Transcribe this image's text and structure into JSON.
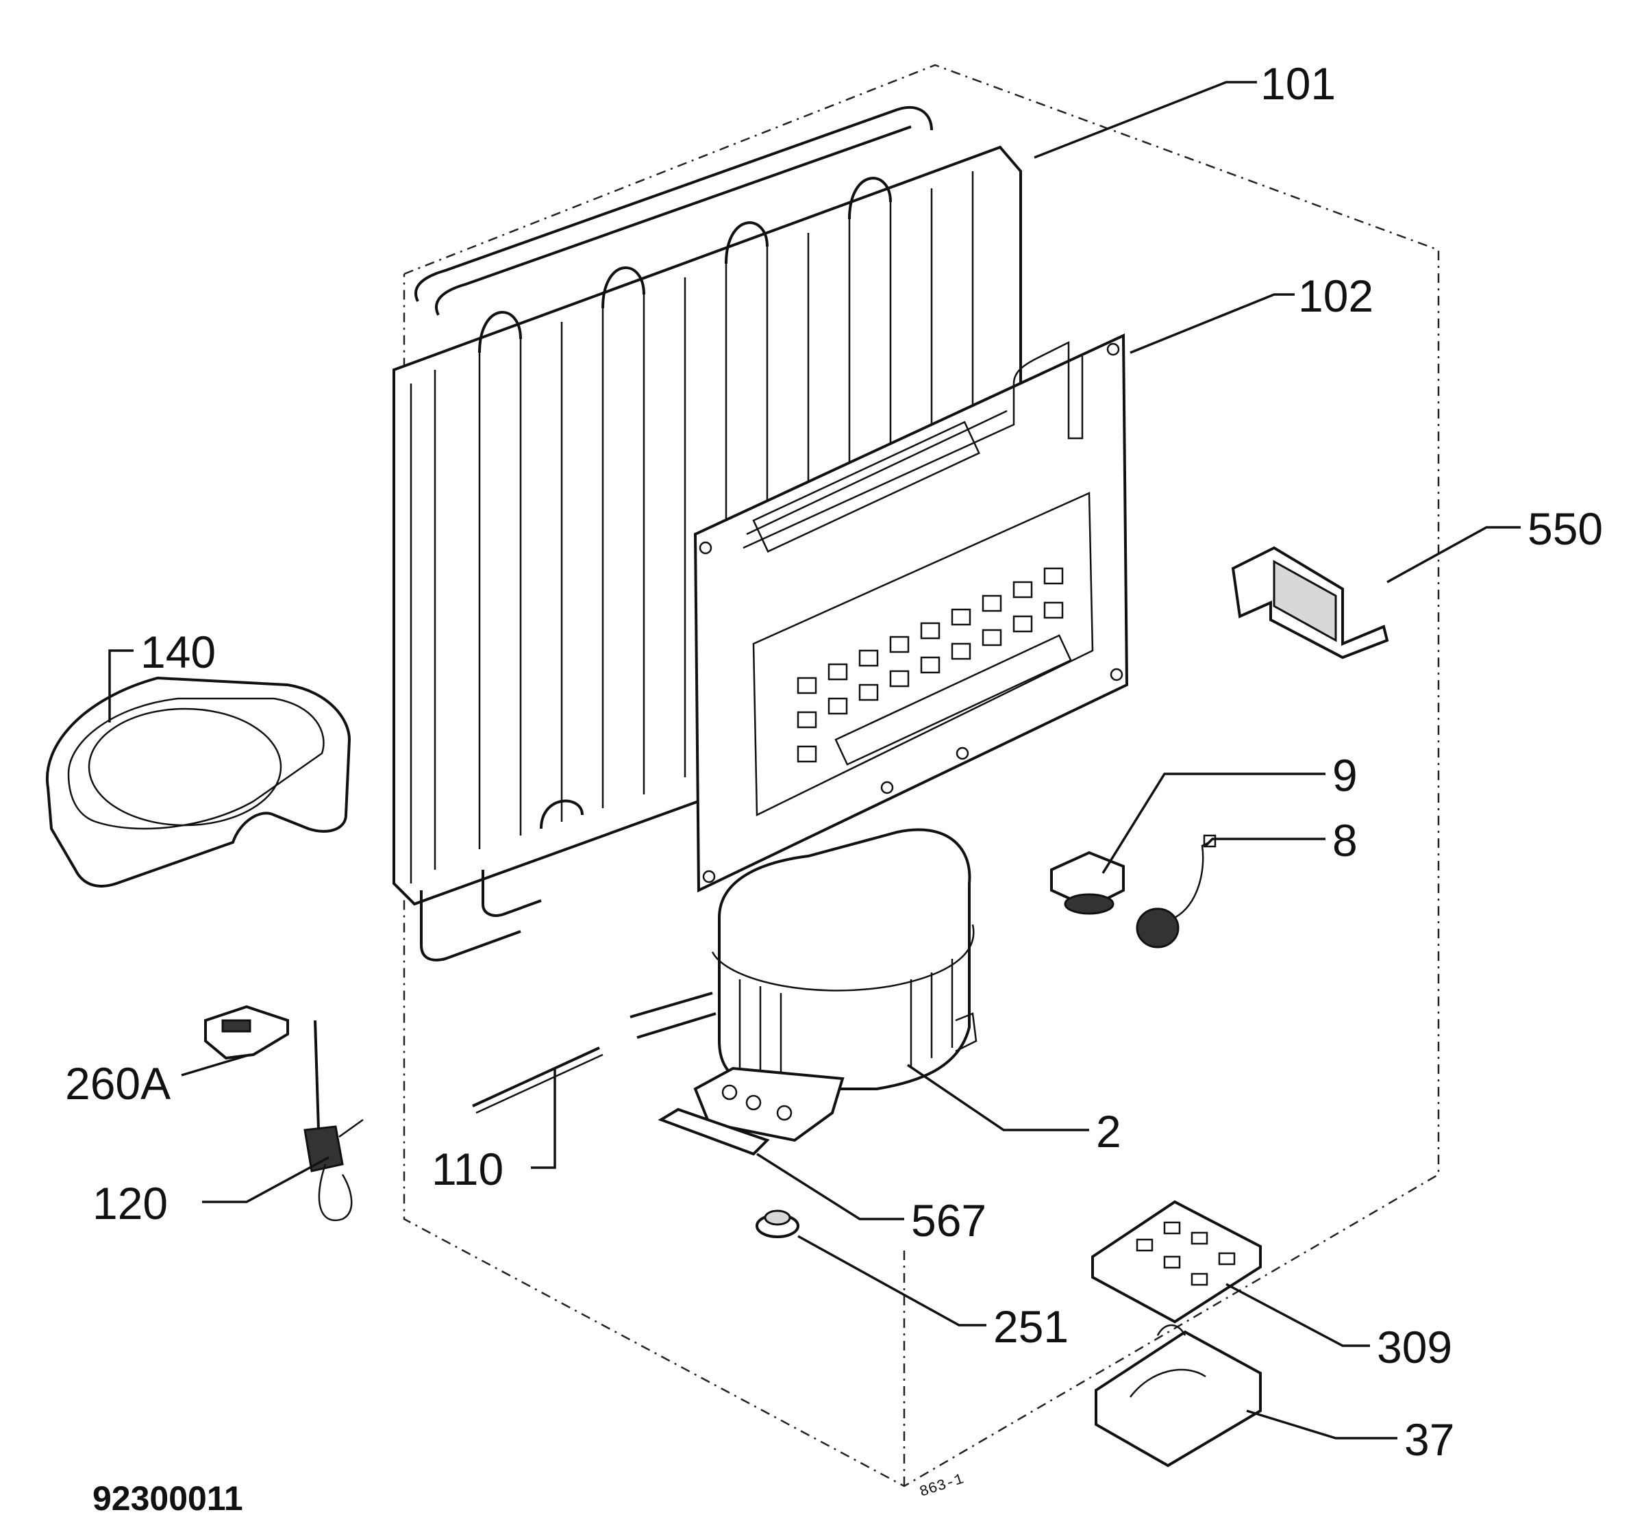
{
  "callouts": {
    "c101": "101",
    "c102": "102",
    "c550": "550",
    "c140": "140",
    "c9": "9",
    "c8": "8",
    "c260a": "260A",
    "c2": "2",
    "c110": "110",
    "c120": "120",
    "c567": "567",
    "c251": "251",
    "c309": "309",
    "c37": "37"
  },
  "drawing_number": "92300011",
  "sheet_mark": "863-1"
}
